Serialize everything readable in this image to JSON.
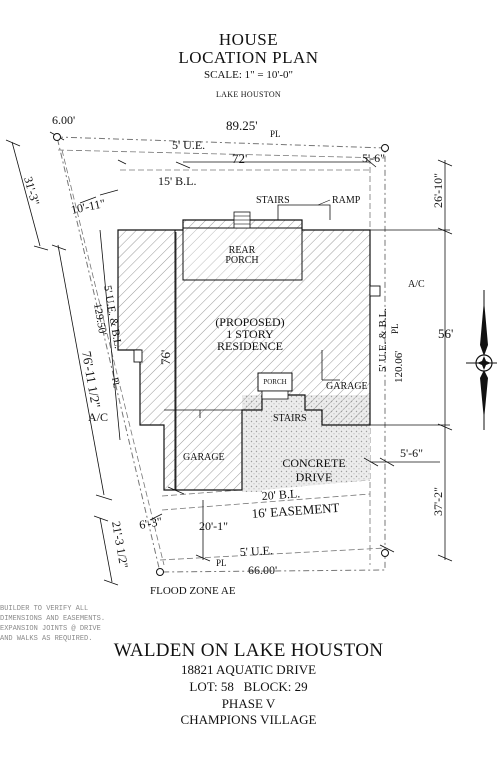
{
  "header": {
    "title_line1": "HOUSE",
    "title_line2": "LOCATION PLAN",
    "scale": "SCALE: 1\" = 10'-0\"",
    "lake": "LAKE HOUSTON"
  },
  "dimensions": {
    "top_left_offset": "6.00'",
    "top_width": "89.25'",
    "pl_top": "PL",
    "ue_top": "5' U.E.",
    "house_width": "72'",
    "right_setback": "5'-6\"",
    "bl_top": "15' B.L.",
    "left_upper": "31'-3\"",
    "left_setback_upper": "10'-11\"",
    "right_upper": "26'-10\"",
    "right_middle": "56'",
    "right_lower": "37'-2\"",
    "right_lower_setback": "5'-6\"",
    "left_ue_bl": "5' U.E. & B.L.",
    "left_depth": "129.50'",
    "left_total": "76'-11 1/2\"",
    "pl_left": "PL",
    "right_ue_bl": "5' U.E. & B.L.",
    "right_depth": "120.06'",
    "pl_right": "PL",
    "house_depth": "76'",
    "bl_bottom": "20' B.L.",
    "easement": "16' EASEMENT",
    "left_bottom_offset": "6'-3\"",
    "bottom_setback": "20'-1\"",
    "left_bottom": "21'-3 1/2\"",
    "ue_bottom": "5' U.E.",
    "pl_bottom": "PL",
    "bottom_width": "66.00'"
  },
  "labels": {
    "stairs_top": "STAIRS",
    "ramp": "RAMP",
    "rear_porch_l1": "REAR",
    "rear_porch_l2": "PORCH",
    "residence_l1": "(PROPOSED)",
    "residence_l2": "1 STORY",
    "residence_l3": "RESIDENCE",
    "ac_right": "A/C",
    "ac_left": "A/C",
    "porch": "PORCH",
    "garage_right": "GARAGE",
    "stairs_front": "STAIRS",
    "garage_left": "GARAGE",
    "drive_l1": "CONCRETE",
    "drive_l2": "DRIVE",
    "flood_zone": "FLOOD ZONE AE"
  },
  "note": {
    "line1": "BUILDER TO VERIFY ALL",
    "line2": "DIMENSIONS AND EASEMENTS.",
    "line3": "EXPANSION JOINTS @ DRIVE",
    "line4": "AND WALKS AS REQUIRED."
  },
  "footer": {
    "subdivision": "WALDEN ON LAKE HOUSTON",
    "address": "18821 AQUATIC DRIVE",
    "lot_block": "LOT: 58   BLOCK: 29",
    "phase": "PHASE V",
    "village": "CHAMPIONS VILLAGE"
  },
  "colors": {
    "line": "#111111",
    "hatch": "#9a9a9a",
    "dash": "#777777",
    "drive": "#c9c9c9"
  }
}
